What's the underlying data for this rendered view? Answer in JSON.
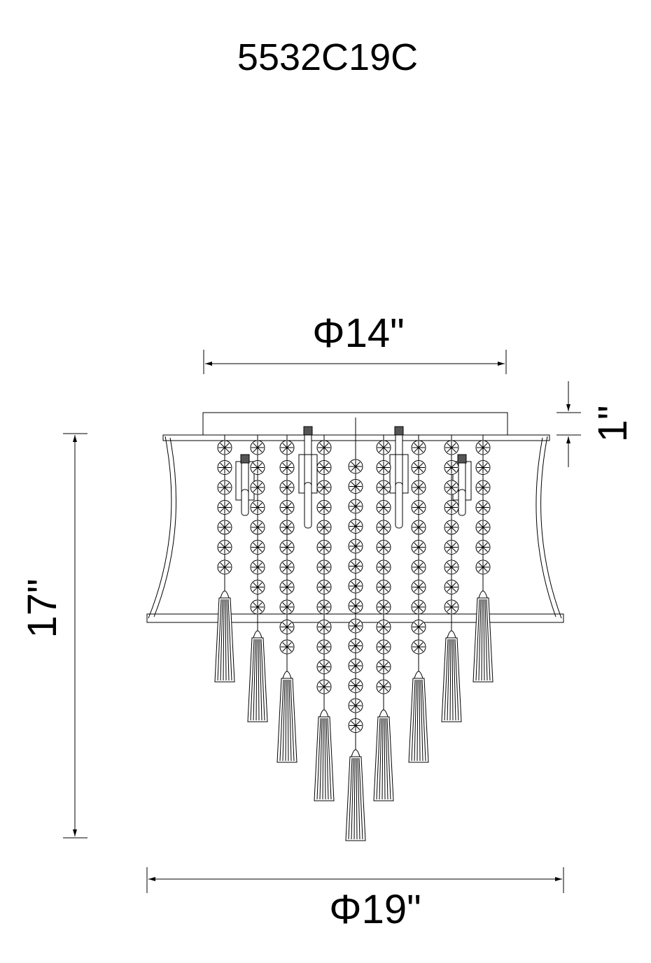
{
  "title": "5532C19C",
  "dimensions": {
    "top_diameter": "Φ14\"",
    "canopy_height": "1\"",
    "overall_height": "17\"",
    "bottom_diameter": "Φ19\""
  },
  "colors": {
    "line": "#000000",
    "background": "#ffffff"
  }
}
